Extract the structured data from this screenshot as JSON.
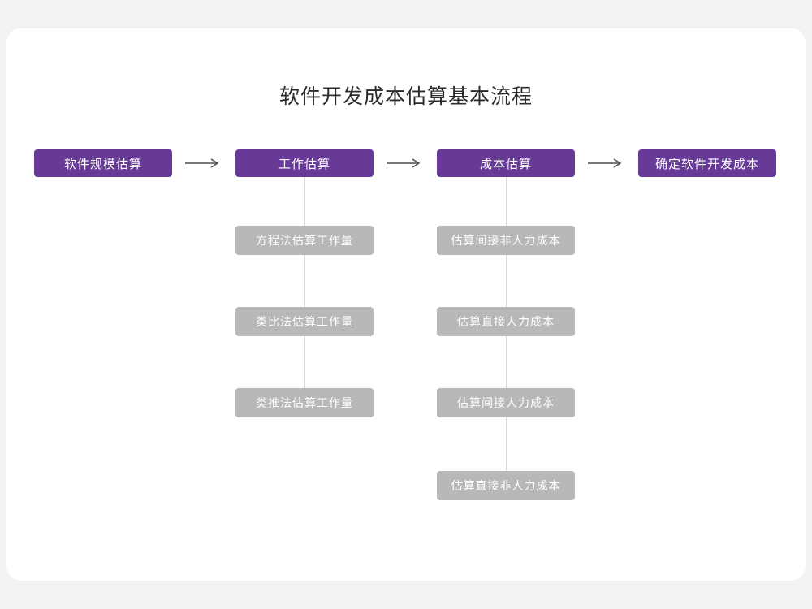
{
  "title": "软件开发成本估算基本流程",
  "colors": {
    "stage_purple": "#673a97",
    "substep_gray": "#b8b8b8",
    "connector_line": "#d9d9d9",
    "arrow": "#4d4d4d",
    "page_bg": "#f2f2f3",
    "card_bg": "#ffffff"
  },
  "flow": {
    "stages": [
      {
        "label": "软件规模估算",
        "substeps": []
      },
      {
        "label": "工作估算",
        "substeps": [
          "方程法估算工作量",
          "类比法估算工作量",
          "类推法估算工作量"
        ]
      },
      {
        "label": "成本估算",
        "substeps": [
          "估算间接非人力成本",
          "估算直接人力成本",
          "估算间接人力成本",
          "估算直接非人力成本"
        ]
      },
      {
        "label": "确定软件开发成本",
        "substeps": []
      }
    ]
  }
}
